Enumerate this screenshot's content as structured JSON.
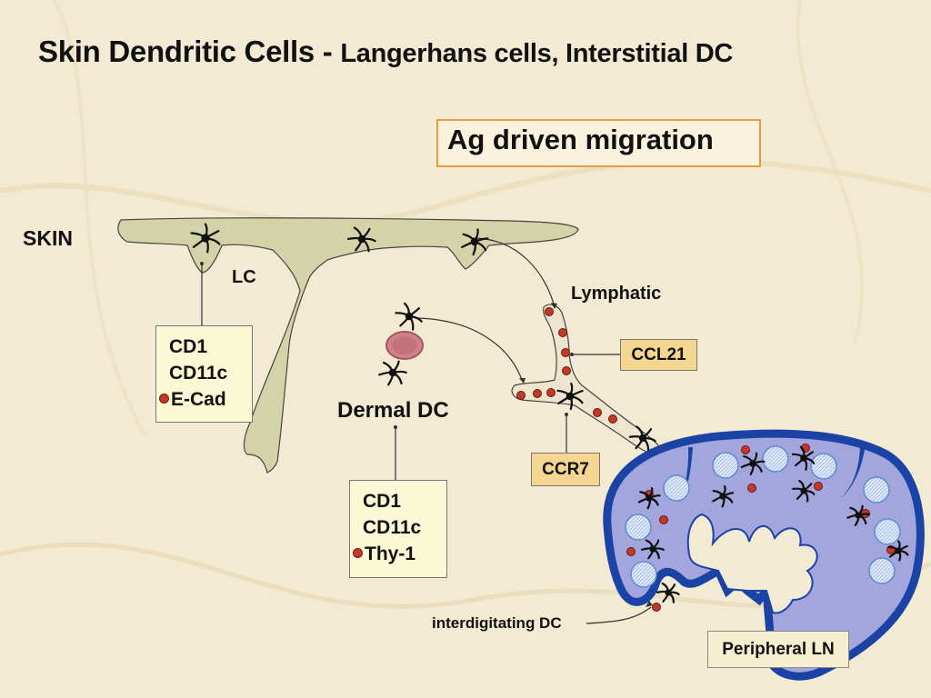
{
  "title": {
    "main": "Skin Dendritic Cells - ",
    "sub": "Langerhans cells, Interstitial DC"
  },
  "header_box": "Ag driven migration",
  "labels": {
    "skin": "SKIN",
    "lc": "LC",
    "lymphatic": "Lymphatic",
    "dermal_dc": "Dermal DC",
    "interdigitating_dc": "interdigitating DC"
  },
  "lc_markers": [
    "CD1",
    "CD11c",
    "E-Cad"
  ],
  "dermal_markers": [
    "CD1",
    "CD11c",
    "Thy-1"
  ],
  "ccl21": "CCL21",
  "ccr7": "CCR7",
  "peripheral_ln": "Peripheral LN",
  "colors": {
    "tissue": "#d4d2a8",
    "ln_fill": "#a3a6dd",
    "ln_border": "#1b43a6",
    "dot": "#c0392b",
    "label_box": "#fbf8d6",
    "receptor_box": "#f4d690",
    "highlight_border": "#e89b3c"
  }
}
